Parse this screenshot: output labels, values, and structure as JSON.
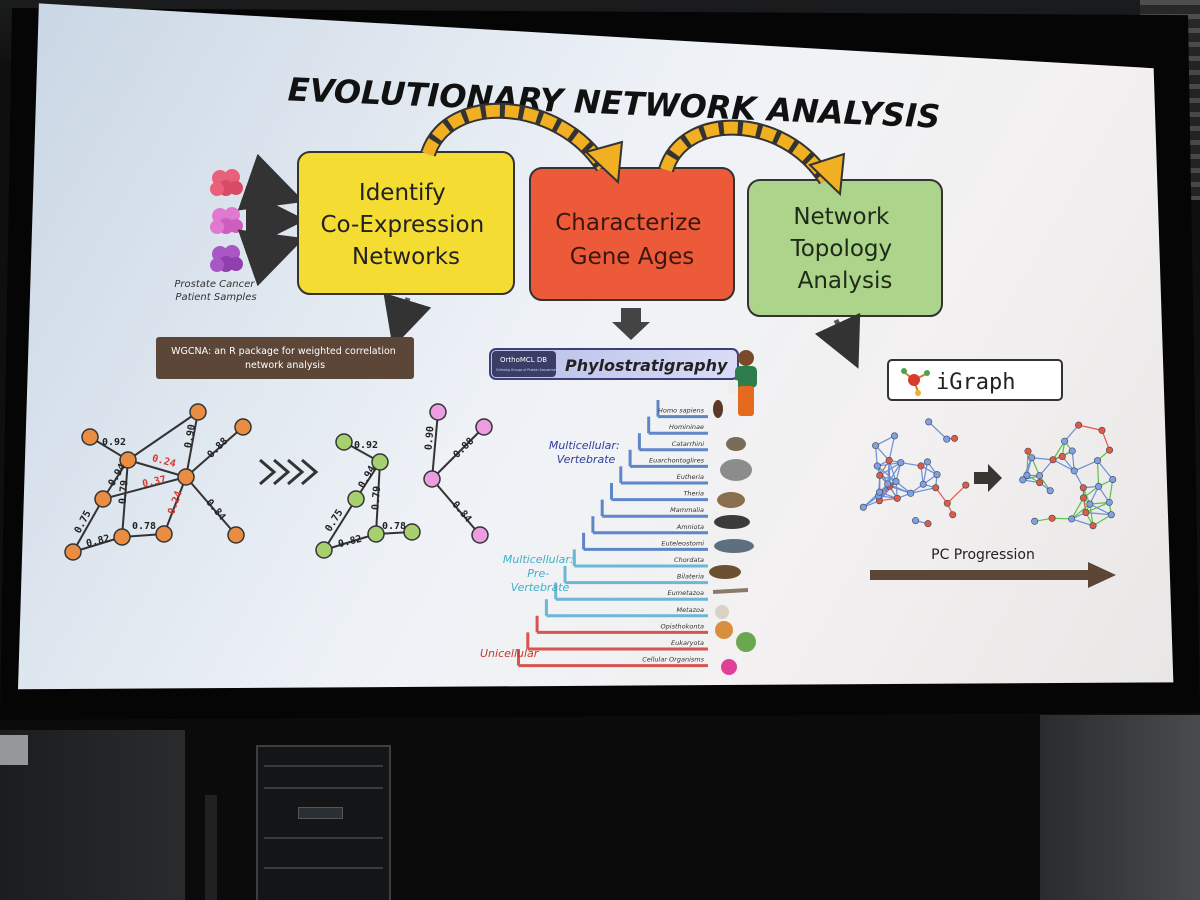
{
  "slide": {
    "title": "EVOLUTIONARY NETWORK ANALYSIS",
    "samples_label": [
      "Prostate Cancer",
      "Patient Samples"
    ],
    "step1": {
      "lines": [
        "Identify",
        "Co-Expression",
        "Networks"
      ],
      "color": "#f4dc33"
    },
    "step2": {
      "lines": [
        "Characterize",
        "Gene Ages"
      ],
      "color": "#ec5a3a"
    },
    "step3": {
      "lines": [
        "Network",
        "Topology",
        "Analysis"
      ],
      "color": "#acd48a"
    },
    "wgcna": [
      "WGCNA: an R package for weighted correlation",
      "network analysis"
    ],
    "orthomcl": {
      "name": "OrthoMCL DB",
      "sub": "Ortholog Groups of Protein Sequences"
    },
    "phylostratigraphy": "Phylostratigraphy",
    "igraph": "iGraph",
    "pc_progression": "PC Progression",
    "groups": {
      "vertebrate": [
        "Multicellular:",
        "Vertebrate"
      ],
      "prevertebrate": [
        "Multicellular:",
        "Pre-",
        "Vertebrate"
      ],
      "unicellular": "Unicellular"
    },
    "taxa": [
      "Homo sapiens",
      "Homininae",
      "Catarrhini",
      "Euarchontoglires",
      "Eutheria",
      "Theria",
      "Mammalia",
      "Amniota",
      "Euteleostomi",
      "Chordata",
      "Bilateria",
      "Eumetazoa",
      "Metazoa",
      "Opisthokonta",
      "Eukaryota",
      "Cellular Organisms"
    ],
    "graph1_edge_labels": [
      "0.92",
      "0.94",
      "0.90",
      "0.88",
      "0.24",
      "0.37",
      "0.79",
      "0.24",
      "0.84",
      "0.75",
      "0.82",
      "0.78"
    ],
    "graph2_edge_labels": [
      "0.92",
      "0.94",
      "0.79",
      "0.75",
      "0.82",
      "0.78"
    ],
    "graph3_edge_labels": [
      "0.90",
      "0.88",
      "0.84"
    ]
  }
}
